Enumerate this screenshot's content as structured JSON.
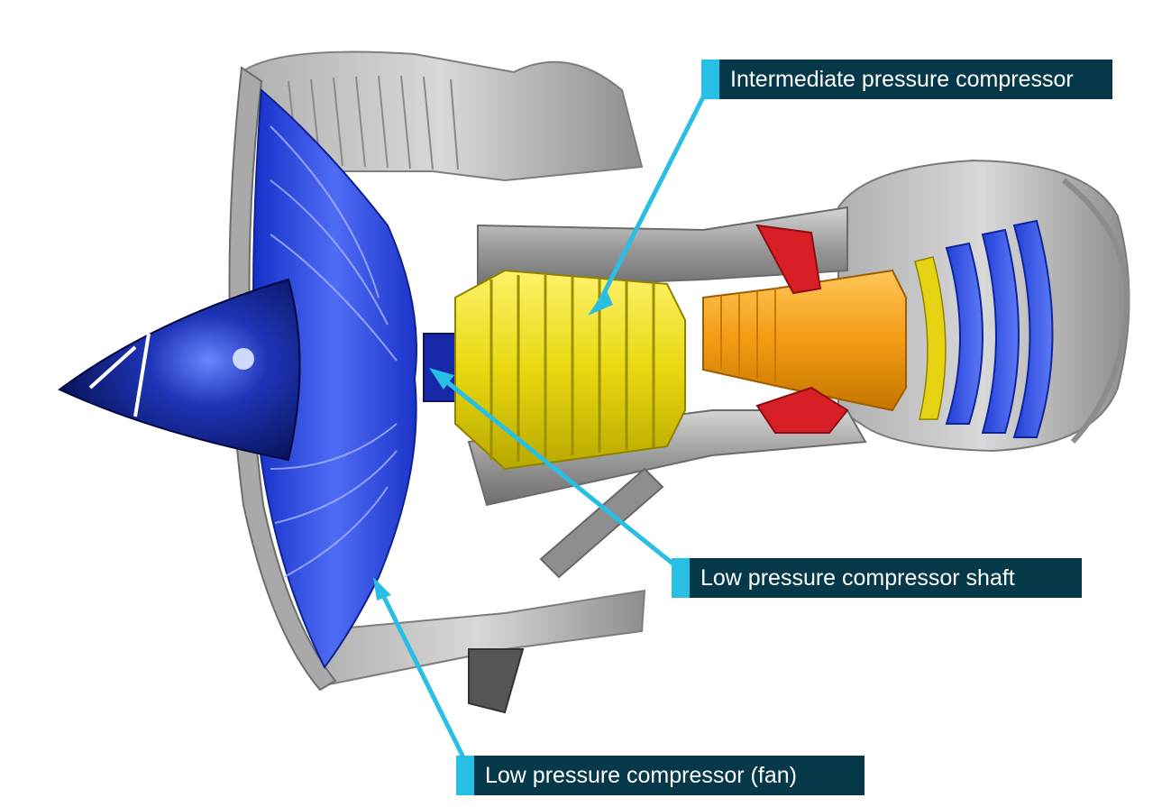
{
  "labels": {
    "ipc": "Intermediate pressure compressor",
    "lp_shaft": "Low pressure compressor shaft",
    "fan": "Low pressure compressor (fan)"
  },
  "colors": {
    "label_background": "#053849",
    "label_tab": "#29bfe4",
    "leader_line": "#29bfe4",
    "fan_blue": "#1f3fe0",
    "spinner_navy": "#0c1a78",
    "ipc_yellow": "#f0e21a",
    "hpc_orange": "#f2a11b",
    "combustor_red": "#d81f26",
    "turbine_blue": "#2a4fe6",
    "casing_grey": "#a6a6a6"
  }
}
